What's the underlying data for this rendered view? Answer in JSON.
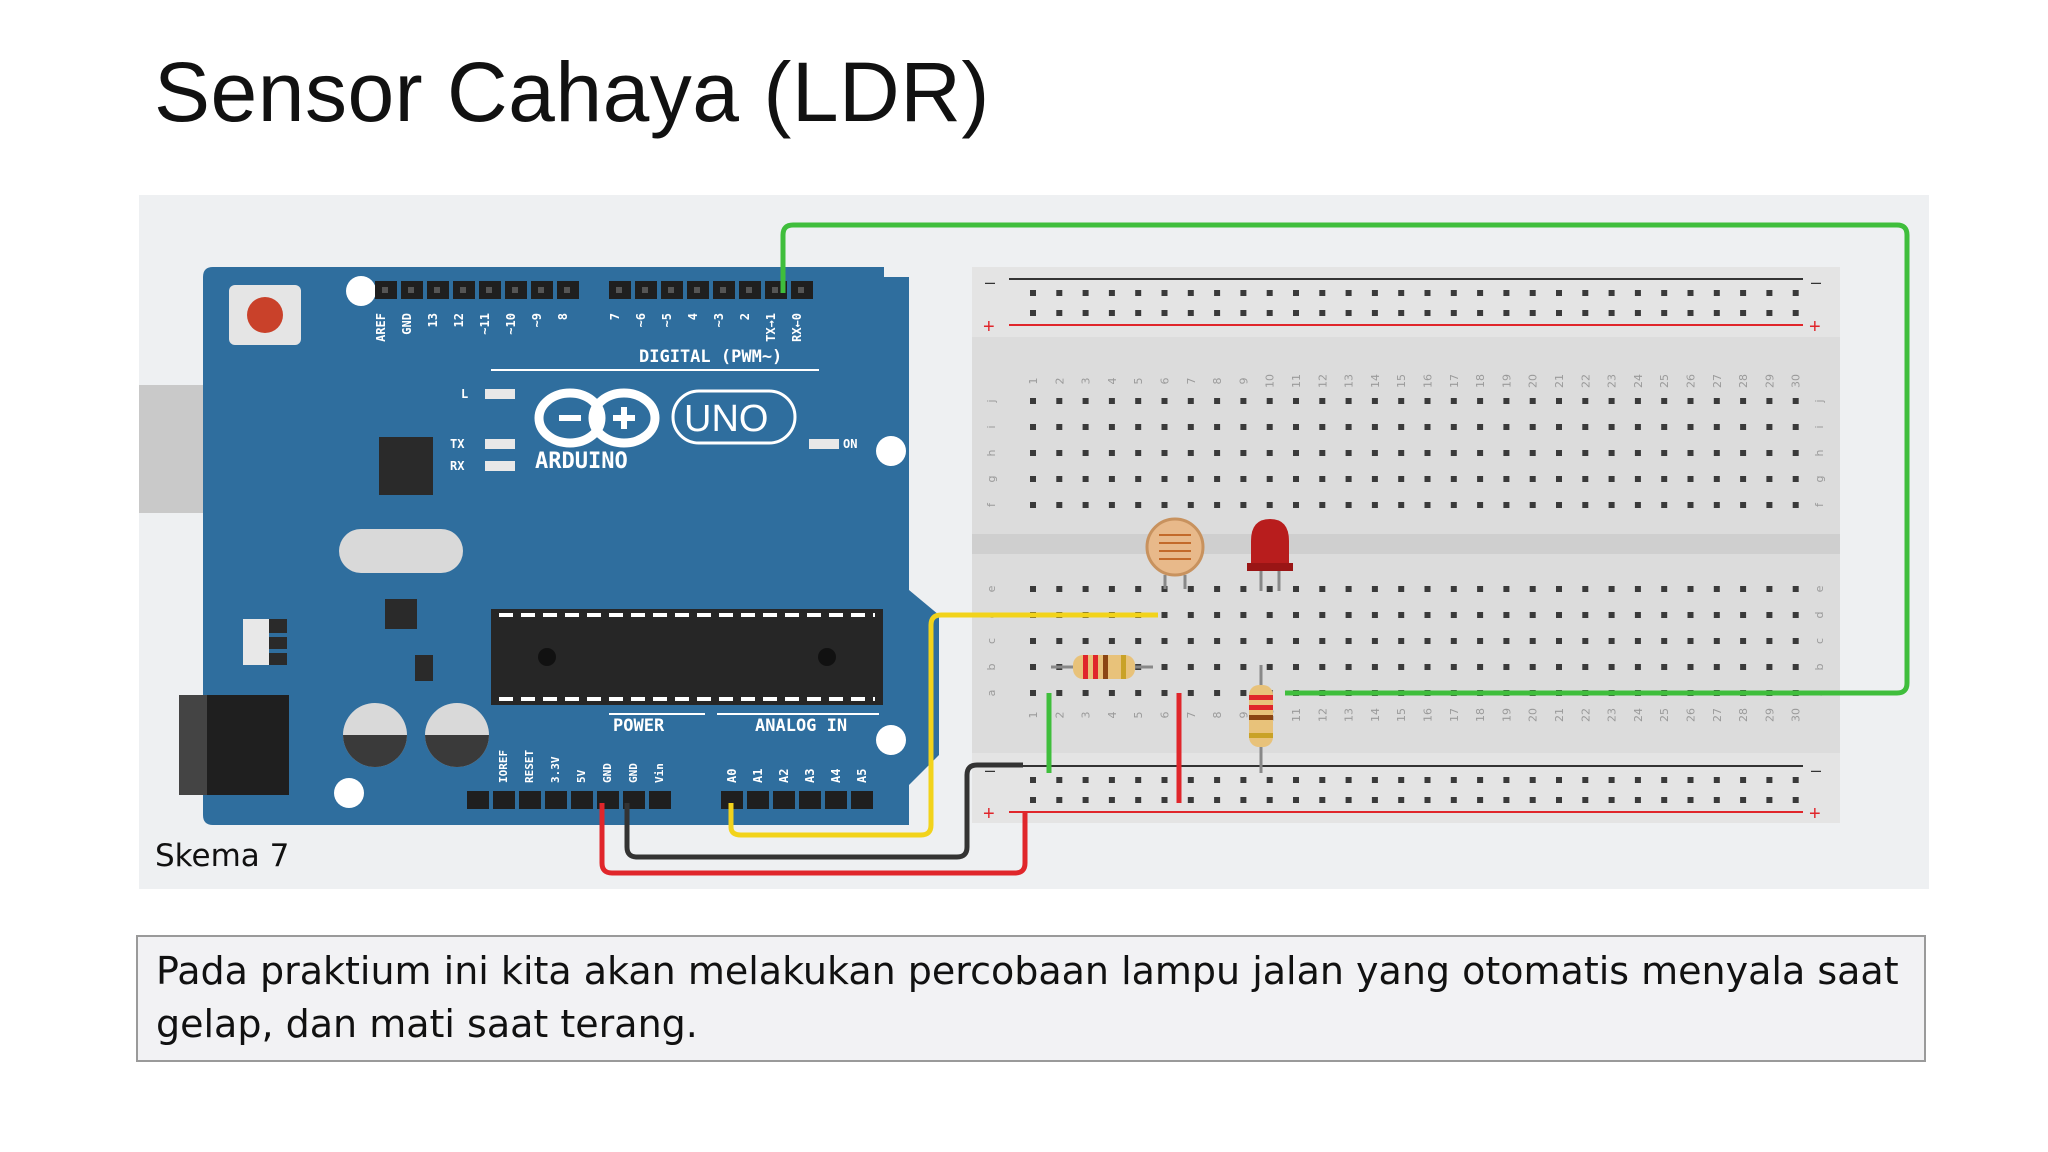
{
  "slide": {
    "title": "Sensor Cahaya (LDR)",
    "caption": "Skema 7",
    "description": "Pada praktium ini kita akan melakukan percobaan lampu jalan yang otomatis menyala saat gelap, dan mati saat terang."
  },
  "board": {
    "brand": "ARDUINO",
    "model": "UNO",
    "digital_header": "DIGITAL (PWM~)",
    "digital_pins": [
      "AREF",
      "GND",
      "13",
      "12",
      "~11",
      "~10",
      "~9",
      "8",
      "7",
      "~6",
      "~5",
      "4",
      "~3",
      "2",
      "TX→1",
      "RX←0"
    ],
    "power_header": "POWER",
    "power_pins": [
      "IOREF",
      "RESET",
      "3.3V",
      "5V",
      "GND",
      "GND",
      "Vin"
    ],
    "analog_header": "ANALOG IN",
    "analog_pins": [
      "A0",
      "A1",
      "A2",
      "A3",
      "A4",
      "A5"
    ],
    "led_labels": {
      "l": "L",
      "tx": "TX",
      "rx": "RX",
      "on": "ON"
    }
  },
  "breadboard": {
    "row_letters_top": [
      "j",
      "i",
      "h",
      "g",
      "f"
    ],
    "row_letters_bottom": [
      "e",
      "d",
      "c",
      "b",
      "a"
    ],
    "rail_minus": "–",
    "rail_plus": "+",
    "columns": 30
  },
  "colors": {
    "board_blue": "#2f6e9e",
    "wire_red": "#e0262b",
    "wire_black": "#333333",
    "wire_yellow": "#f2d31b",
    "wire_green": "#3fbe3c",
    "led_red": "#b81d1d"
  }
}
